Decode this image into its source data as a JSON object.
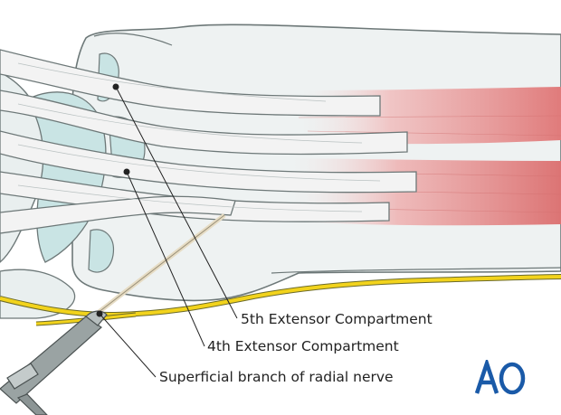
{
  "labels": {
    "fifth_extensor": "5th Extensor Compartment",
    "fourth_extensor": "4th Extensor Compartment",
    "radial_nerve": "Superficial branch of radial nerve"
  },
  "logo": {
    "text": "AO",
    "color": "#1a5aa8"
  },
  "colors": {
    "bone": "#eef2f2",
    "bone_outline": "#6d7878",
    "cartilage": "#c9e4e4",
    "tendon": "#f2f2f2",
    "muscle": "#e28a8a",
    "nerve": "#f2d31c",
    "instrument": "#9aa3a3"
  }
}
